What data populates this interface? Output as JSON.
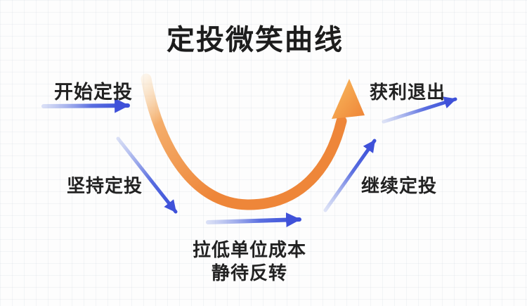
{
  "title": "定投微笑曲线",
  "colors": {
    "curve_orange": "#EE8639",
    "curve_orange_light": "#F7B057",
    "arrow_blue": "#3F51D9",
    "arrow_blue_light": "#D9DFF6",
    "text": "#222222",
    "background": "#FDFDFD"
  },
  "steps": [
    {
      "id": "start",
      "label": "开始定投"
    },
    {
      "id": "persist",
      "label": "坚持定投"
    },
    {
      "id": "bottom",
      "label": "拉低单位成本",
      "label2": "静待反转"
    },
    {
      "id": "continue",
      "label": "继续定投"
    },
    {
      "id": "exit",
      "label": "获利退出"
    }
  ]
}
